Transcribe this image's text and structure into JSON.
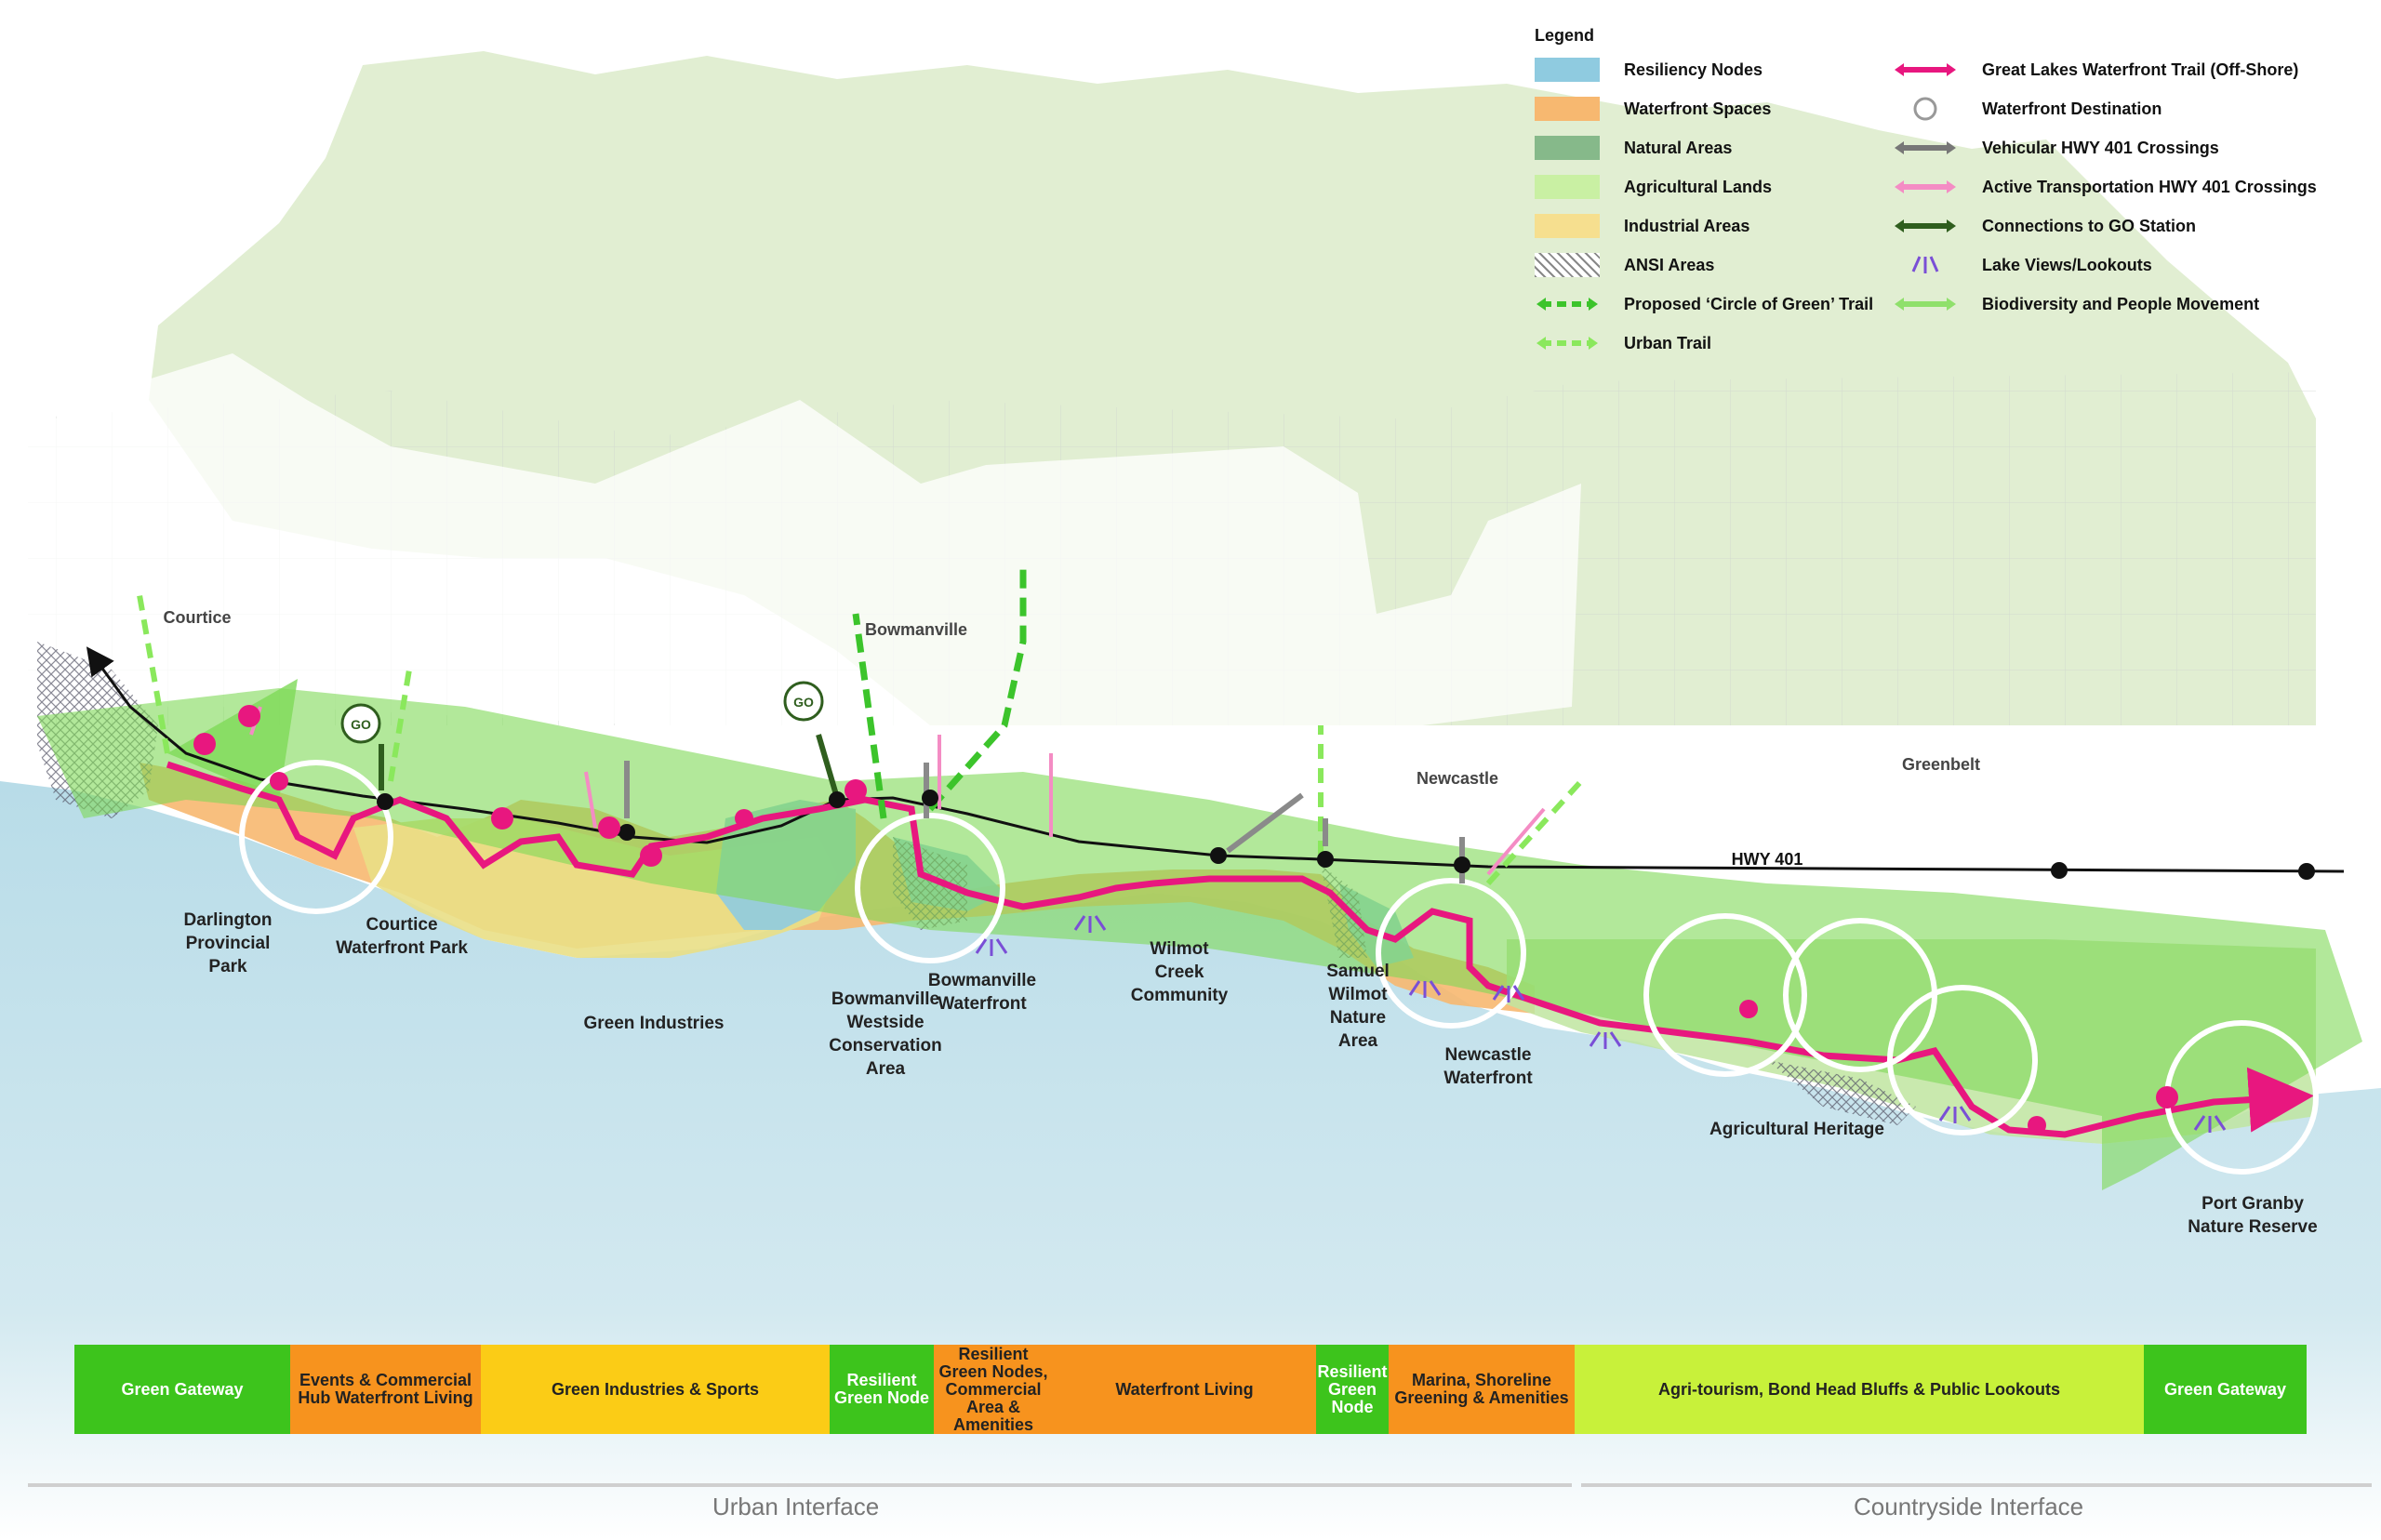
{
  "legend": {
    "title": "Legend",
    "items_left": [
      {
        "label": "Resiliency Nodes",
        "icon": "resiliency-node-swatch",
        "color": "#8fcbe0"
      },
      {
        "label": "Waterfront Spaces",
        "icon": "waterfront-space-swatch",
        "color": "#f7b870"
      },
      {
        "label": "Natural Areas",
        "icon": "natural-area-swatch",
        "color": "#86b98a"
      },
      {
        "label": "Agricultural Lands",
        "icon": "agricultural-land-swatch",
        "color": "#c9f0a3"
      },
      {
        "label": "Industrial Areas",
        "icon": "industrial-area-swatch",
        "color": "#f6df8f"
      },
      {
        "label": "ANSI Areas",
        "icon": "ansi-hatch-swatch",
        "color": "#888888"
      },
      {
        "label": "Proposed ‘Circle of Green’ Trail",
        "icon": "circle-of-green-arrow-icon",
        "color": "#3cc42b"
      },
      {
        "label": "Urban Trail",
        "icon": "urban-trail-arrow-icon",
        "color": "#8ae85c"
      }
    ],
    "items_right": [
      {
        "label": "Great Lakes Waterfront Trail (Off-Shore)",
        "icon": "waterfront-trail-arrow-icon",
        "color": "#e8177f"
      },
      {
        "label": "Waterfront Destination",
        "icon": "destination-circle-icon",
        "color": "#ffffff"
      },
      {
        "label": "Vehicular HWY 401 Crossings",
        "icon": "vehicular-crossing-icon",
        "color": "#777777"
      },
      {
        "label": "Active Transportation HWY 401 Crossings",
        "icon": "active-crossing-icon",
        "color": "#f48cc4"
      },
      {
        "label": "Connections to GO Station",
        "icon": "go-connection-icon",
        "color": "#2f5e1e"
      },
      {
        "label": "Lake Views/Lookouts",
        "icon": "lookout-icon",
        "color": "#7a4fd6"
      },
      {
        "label": "Biodiversity and People Movement",
        "icon": "biodiversity-arrow-icon",
        "color": "#8fe06b"
      }
    ]
  },
  "places": {
    "courtice": "Courtice",
    "bowmanville": "Bowmanville",
    "newcastle": "Newcastle",
    "greenbelt": "Greenbelt",
    "hwy": "HWY 401"
  },
  "labels": {
    "darlington": [
      "Darlington",
      "Provincial",
      "Park"
    ],
    "courtice_wf": [
      "Courtice",
      "Waterfront Park"
    ],
    "green_industries": [
      "Green Industries"
    ],
    "bowmanville_westside": [
      "Bowmanville",
      "Westside",
      "Conservation",
      "Area"
    ],
    "bowmanville_wf": [
      "Bowmanville",
      "Waterfront"
    ],
    "wilmot": [
      "Wilmot",
      "Creek",
      "Community"
    ],
    "samuel": [
      "Samuel",
      "Wilmot",
      "Nature",
      "Area"
    ],
    "newcastle_wf": [
      "Newcastle",
      "Waterfront"
    ],
    "agri_heritage": [
      "Agricultural Heritage"
    ],
    "port_granby": [
      "Port Granby",
      "Nature Reserve"
    ]
  },
  "bands": [
    {
      "label": "Green Gateway",
      "style": "green"
    },
    {
      "label": "Events & Commercial Hub Waterfront Living",
      "style": "orange"
    },
    {
      "label": "Green Industries & Sports",
      "style": "yellow"
    },
    {
      "label": "Resilient Green Node",
      "style": "green"
    },
    {
      "label": "Resilient Green Nodes, Commercial Area & Amenities",
      "style": "orange"
    },
    {
      "label": "Waterfront Living",
      "style": "orange"
    },
    {
      "label": "Resilient Green Node",
      "style": "green"
    },
    {
      "label": "Marina, Shoreline Greening & Amenities",
      "style": "orange"
    },
    {
      "label": "Agri-tourism, Bond Head Bluffs & Public Lookouts",
      "style": "lime"
    },
    {
      "label": "Green Gateway",
      "style": "green"
    }
  ],
  "interfaces": {
    "urban": "Urban Interface",
    "countryside": "Countryside Interface"
  },
  "go_badge": "GO"
}
